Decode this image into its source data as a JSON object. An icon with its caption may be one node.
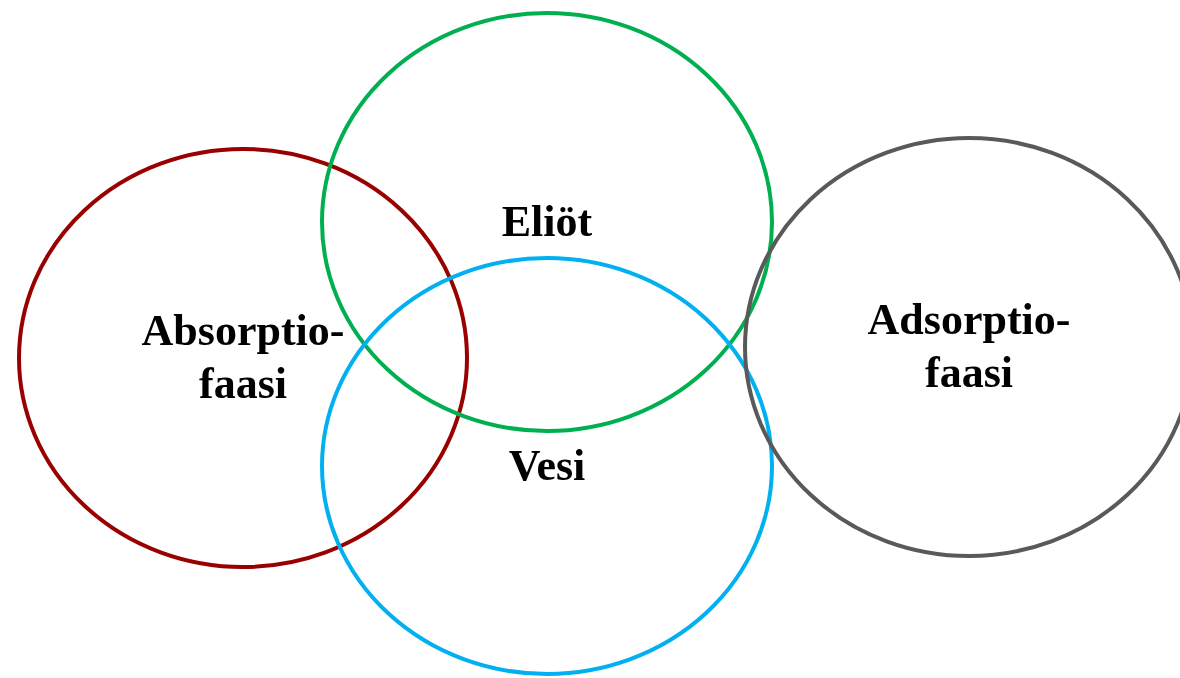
{
  "diagram": {
    "nodes": [
      {
        "text": [
          "Absorptio- faasi"
        ]
      },
      {
        "text": [
          "Eliöt"
        ]
      },
      {
        "text": [
          "Vesi"
        ]
      },
      {
        "text": [
          "Adsorptio- faasi"
        ]
      }
    ]
  }
}
